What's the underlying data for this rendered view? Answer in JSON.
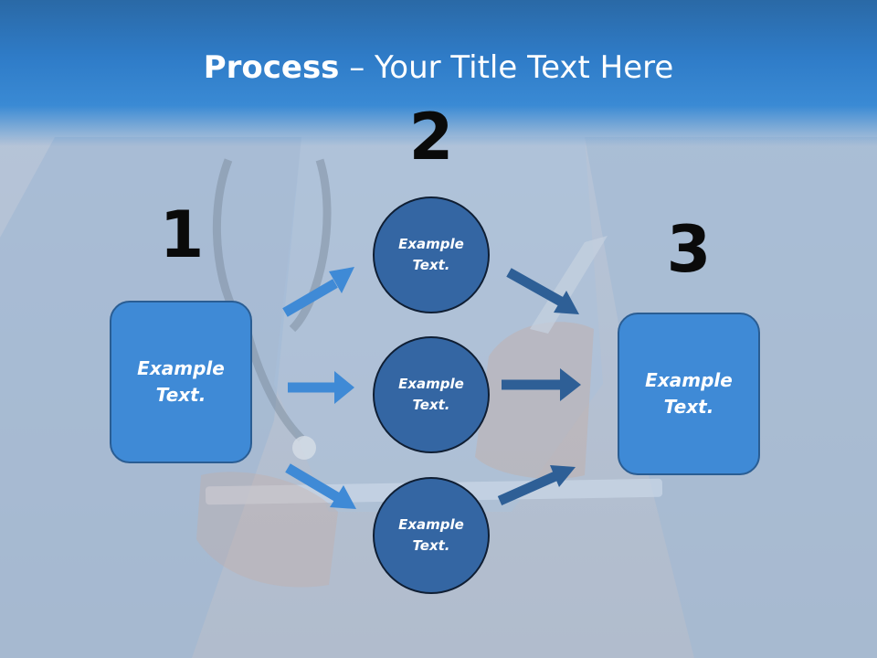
{
  "title": {
    "bold": "Process",
    "rest": " – Your Title Text Here"
  },
  "steps": [
    "1",
    "2",
    "3"
  ],
  "left_box": "Example Text.",
  "right_box": "Example Text.",
  "circles": [
    "Example Text.",
    "Example Text.",
    "Example Text."
  ],
  "colors": {
    "box_fill": "#3f8ad6",
    "circle_fill": "#3466a3",
    "arrow_light": "#3f8ad6",
    "arrow_dark": "#2e5f96",
    "title_band": "#2f7cc8"
  }
}
